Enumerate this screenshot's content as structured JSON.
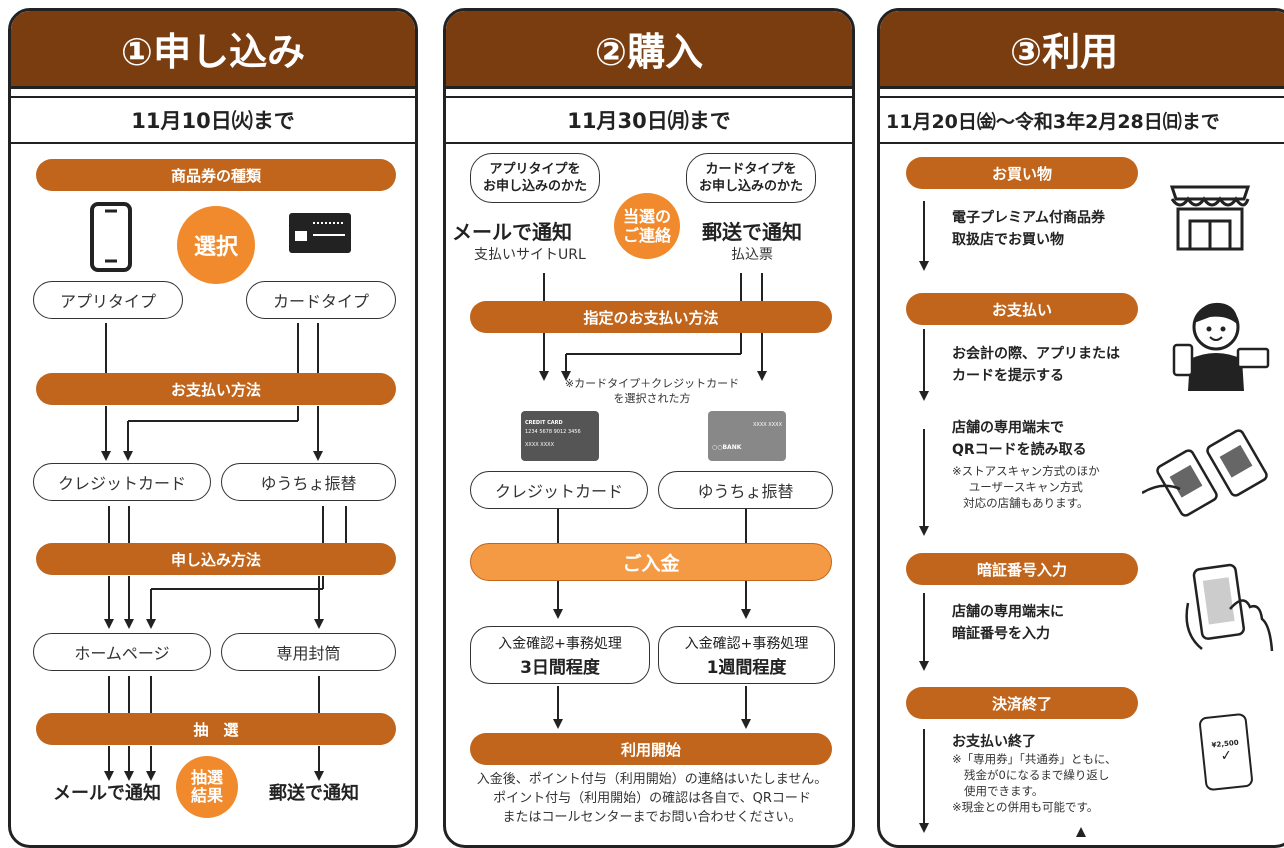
{
  "panel1": {
    "title": "①申し込み",
    "date": "11月10日㈫まで",
    "bar_type": "商品券の種類",
    "select": "選択",
    "app_type": "アプリタイプ",
    "card_type": "カードタイプ",
    "bar_pay": "お支払い方法",
    "credit": "クレジットカード",
    "yucho": "ゆうちょ振替",
    "bar_apply": "申し込み方法",
    "homepage": "ホームページ",
    "envelope": "専用封筒",
    "bar_lottery": "抽　選",
    "mail_notice": "メールで通知",
    "lottery_result_1": "抽選",
    "lottery_result_2": "結果",
    "post_notice": "郵送で通知"
  },
  "panel2": {
    "title": "②購入",
    "date": "11月30日㈪まで",
    "app_applicant_1": "アプリタイプを",
    "app_applicant_2": "お申し込みのかた",
    "card_applicant_1": "カードタイプを",
    "card_applicant_2": "お申し込みのかた",
    "win_1": "当選の",
    "win_2": "ご連絡",
    "mail_notice": "メールで通知",
    "pay_site": "支払いサイトURL",
    "post_notice": "郵送で通知",
    "pay_slip": "払込票",
    "bar_method": "指定のお支払い方法",
    "note_credit_1": "※カードタイプ＋クレジットカード",
    "note_credit_2": "を選択された方",
    "card_label_credit": "CREDIT CARD",
    "card_number": "1234 5678 9012 3456",
    "card_name": "XXXX XXXX",
    "card_label_bank": "○○BANK",
    "card_bank_num": "XXXX XXXX",
    "credit": "クレジットカード",
    "yucho": "ゆうちょ振替",
    "deposit": "ご入金",
    "confirm_1": "入金確認+事務処理",
    "days_3": "3日間程度",
    "confirm_2": "入金確認+事務処理",
    "week_1": "1週間程度",
    "bar_start": "利用開始",
    "footer_1": "入金後、ポイント付与（利用開始）の連絡はいたしません。",
    "footer_2": "ポイント付与（利用開始）の確認は各自で、QRコード",
    "footer_3": "またはコールセンターまでお問い合わせください。"
  },
  "panel3": {
    "title": "③利用",
    "date": "11月20日㈮〜令和3年2月28日㈰まで",
    "bar_shop": "お買い物",
    "shop_1": "電子プレミアム付商品券",
    "shop_2": "取扱店でお買い物",
    "bar_pay": "お支払い",
    "pay_1": "お会計の際、アプリまたは",
    "pay_2": "カードを提示する",
    "qr_1": "店舗の専用端末で",
    "qr_2": "QRコードを読み取る",
    "qr_note_1": "※ストアスキャン方式のほか",
    "qr_note_2": "ユーザースキャン方式",
    "qr_note_3": "対応の店舗もあります。",
    "bar_pin": "暗証番号入力",
    "pin_1": "店舗の専用端末に",
    "pin_2": "暗証番号を入力",
    "bar_done": "決済終了",
    "done_title": "お支払い終了",
    "done_note_1": "※「専用券」「共通券」ともに、",
    "done_note_2": "残金が0になるまで繰り返し",
    "done_note_3": "使用できます。",
    "done_note_4": "※現金との併用も可能です。",
    "phone_amount": "¥2,500"
  }
}
